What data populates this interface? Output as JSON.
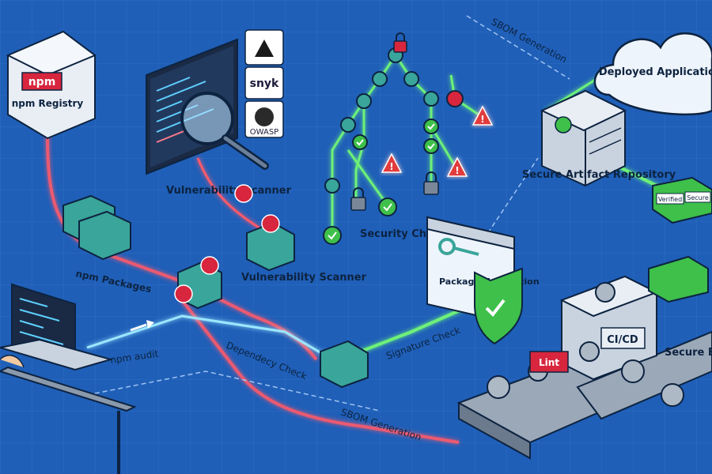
{
  "labels": {
    "npm_logo": "npm",
    "npm_registry": "npm Registry",
    "vulnerability_scanner_top": "Vulnerability Scanner",
    "snyk": "snyk",
    "owasp": "OWASP",
    "sbom_generation_top": "SBOM Generation",
    "deployed_application": "Deployed Application",
    "secure_artifact_repository": "Secure Artifact Repository",
    "verified": "Verified",
    "secure": "Secure",
    "npm_packages": "npm Packages",
    "vulnerability_scanner_mid": "Vulnerability Scanner",
    "security_checks": "Security Checks",
    "package_verification": "Package Verification",
    "npm_audit": "npm audit",
    "dependency_check": "Dependecy Check",
    "signature_check": "Signature Check",
    "sbom_generation_bottom": "SBOM Generation",
    "lint": "Lint",
    "ci_cd": "CI/CD",
    "secure_build_pipeline": "Secure B... Pipeline"
  },
  "colors": {
    "background": "#1f5fb8",
    "danger": "#e23b3b",
    "safe": "#3ec04a",
    "box": "#3aa59a",
    "panel": "#e9eef5"
  }
}
